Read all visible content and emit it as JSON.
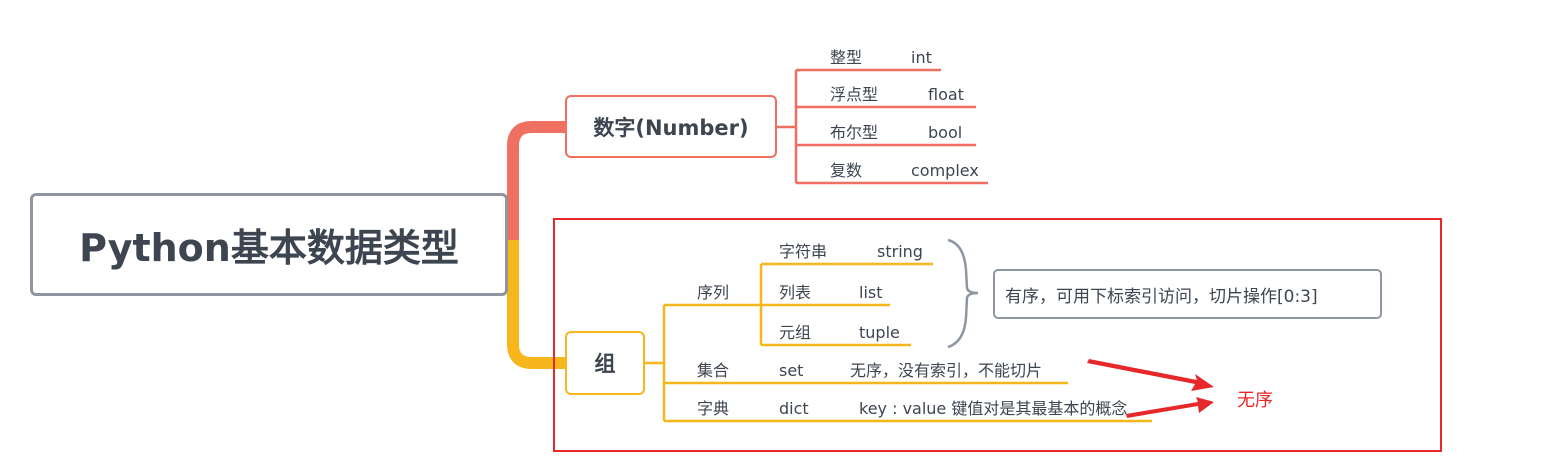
{
  "root": {
    "label": "Python基本数据类型"
  },
  "number": {
    "label": "数字(Number)",
    "items": [
      {
        "cn": "整型",
        "en": "int"
      },
      {
        "cn": "浮点型",
        "en": "float"
      },
      {
        "cn": "布尔型",
        "en": "bool"
      },
      {
        "cn": "复数",
        "en": "complex"
      }
    ]
  },
  "group": {
    "label": "组",
    "sequence": {
      "label": "序列",
      "items": [
        {
          "cn": "字符串",
          "en": "string"
        },
        {
          "cn": "列表",
          "en": "list"
        },
        {
          "cn": "元组",
          "en": "tuple"
        }
      ],
      "note": "有序，可用下标索引访问，切片操作[0:3]"
    },
    "set": {
      "cn": "集合",
      "en": "set",
      "desc": "无序，没有索引，不能切片"
    },
    "dict": {
      "cn": "字典",
      "en": "dict",
      "desc": "key : value 键值对是其最基本的概念"
    }
  },
  "annotation": {
    "label": "无序"
  },
  "colors": {
    "number": "#ef6f61",
    "group": "#f6b61c",
    "root": "#8e97a1",
    "annotation": "#e6282a"
  }
}
